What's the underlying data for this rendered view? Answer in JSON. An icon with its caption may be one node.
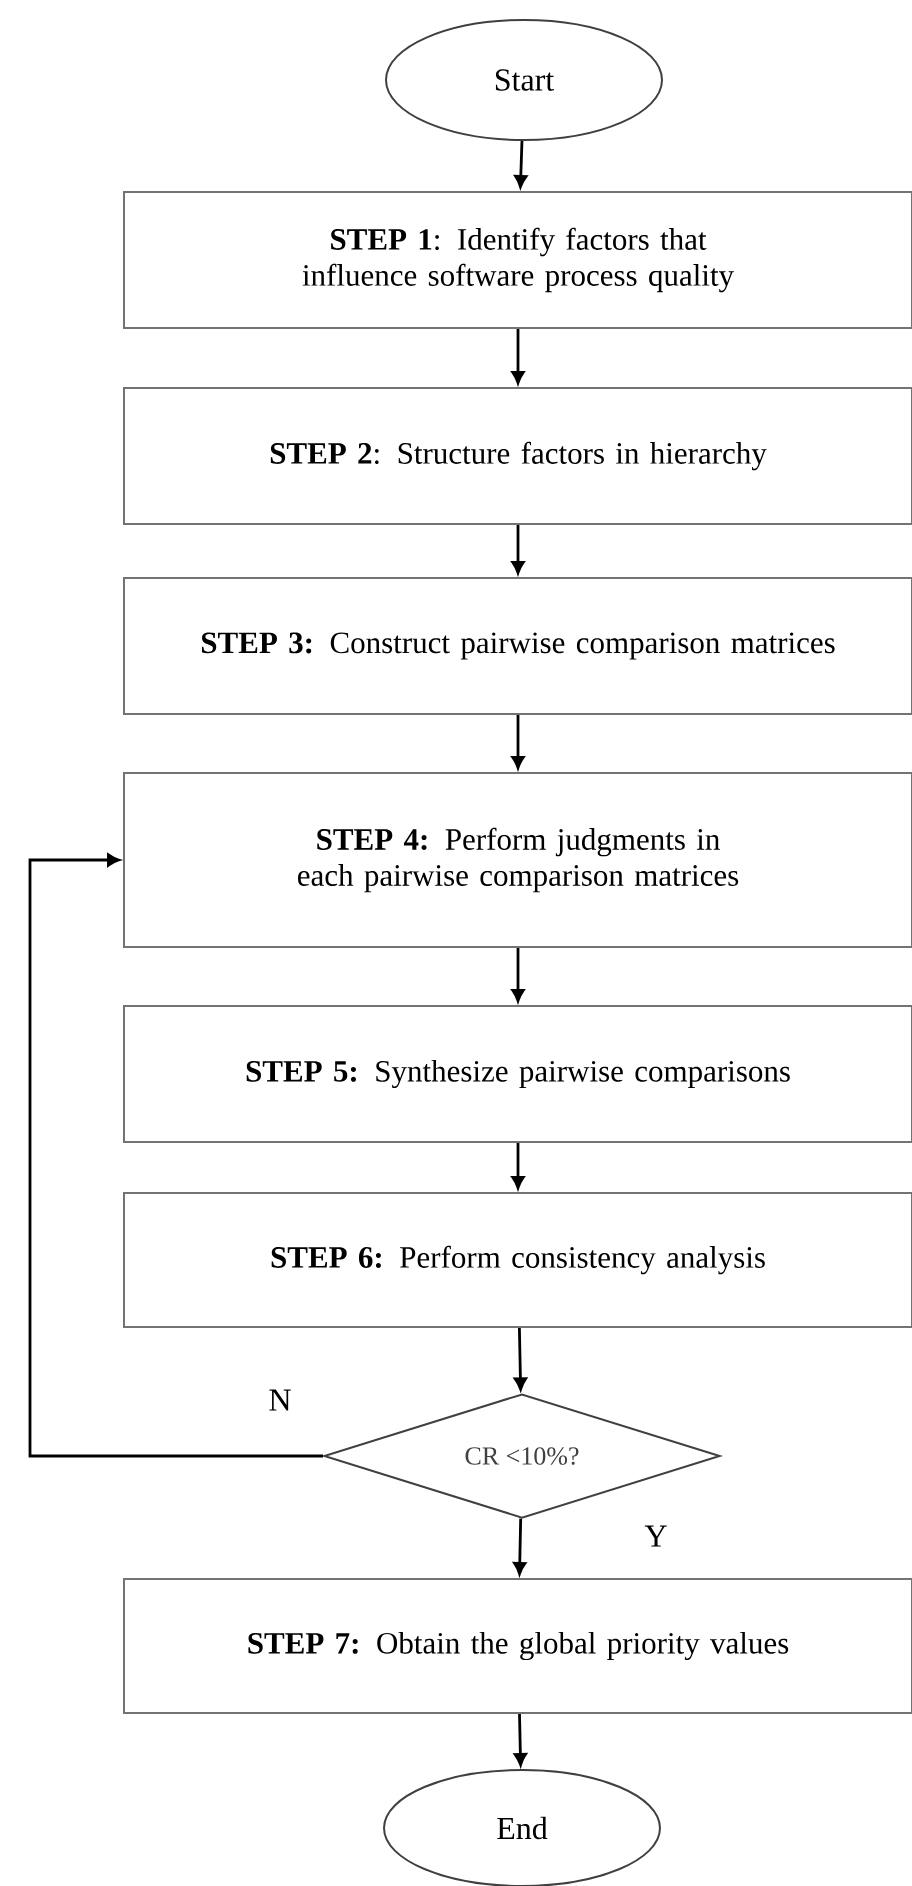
{
  "diagram": {
    "nodes": [
      {
        "text": [
          "Start"
        ]
      },
      {
        "text": [
          "**STEP 1**: Identify factors that influence software process quality"
        ]
      },
      {
        "text": [
          "**STEP 2**: Structure factors in hierarchy"
        ]
      },
      {
        "text": [
          "**STEP 3:** Construct pairwise comparison matrices"
        ]
      },
      {
        "text": [
          "**STEP 4:** Perform judgments in each pairwise comparison matrices"
        ]
      },
      {
        "text": [
          "**STEP 5:** Synthesize pairwise comparisons"
        ]
      },
      {
        "text": [
          "**STEP 6:** Perform consistency analysis"
        ]
      },
      {
        "text": [
          "CR <10%?"
        ]
      },
      {
        "text": [
          "**STEP 7:** Obtain the global priority values"
        ]
      },
      {
        "text": [
          "End"
        ]
      }
    ],
    "edges": [
      {
        "from": 0,
        "to": 1,
        "arrow": "to"
      },
      {
        "from": 1,
        "to": 2,
        "arrow": "to"
      },
      {
        "from": 2,
        "to": 3,
        "arrow": "to"
      },
      {
        "from": 3,
        "to": 4,
        "arrow": "to"
      },
      {
        "from": 4,
        "to": 5,
        "arrow": "to"
      },
      {
        "from": 5,
        "to": 6,
        "arrow": "to"
      },
      {
        "from": 6,
        "to": 7,
        "arrow": "to"
      },
      {
        "from": 7,
        "to": 4,
        "arrow": "to",
        "label": "N"
      },
      {
        "from": 7,
        "to": 8,
        "arrow": "to",
        "label": "Y"
      },
      {
        "from": 8,
        "to": 9,
        "arrow": "to"
      }
    ]
  }
}
